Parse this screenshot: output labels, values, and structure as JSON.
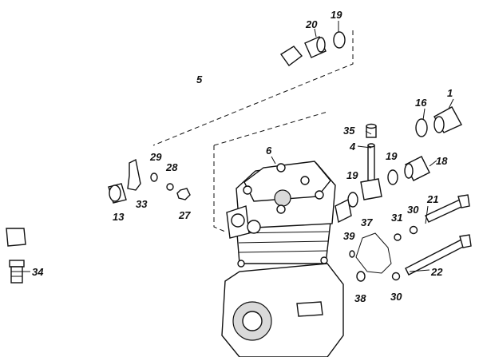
{
  "labels": {
    "p1": "1",
    "p4": "4",
    "p5": "5",
    "p6": "6",
    "p13": "13",
    "p16": "16",
    "p18": "18",
    "p19a": "19",
    "p19b": "19",
    "p19c": "19",
    "p20": "20",
    "p21": "21",
    "p22": "22",
    "p27": "27",
    "p28": "28",
    "p29": "29",
    "p30a": "30",
    "p30b": "30",
    "p31": "31",
    "p33": "33",
    "p34": "34",
    "p35": "35",
    "p37": "37",
    "p38": "38",
    "p39": "39"
  }
}
